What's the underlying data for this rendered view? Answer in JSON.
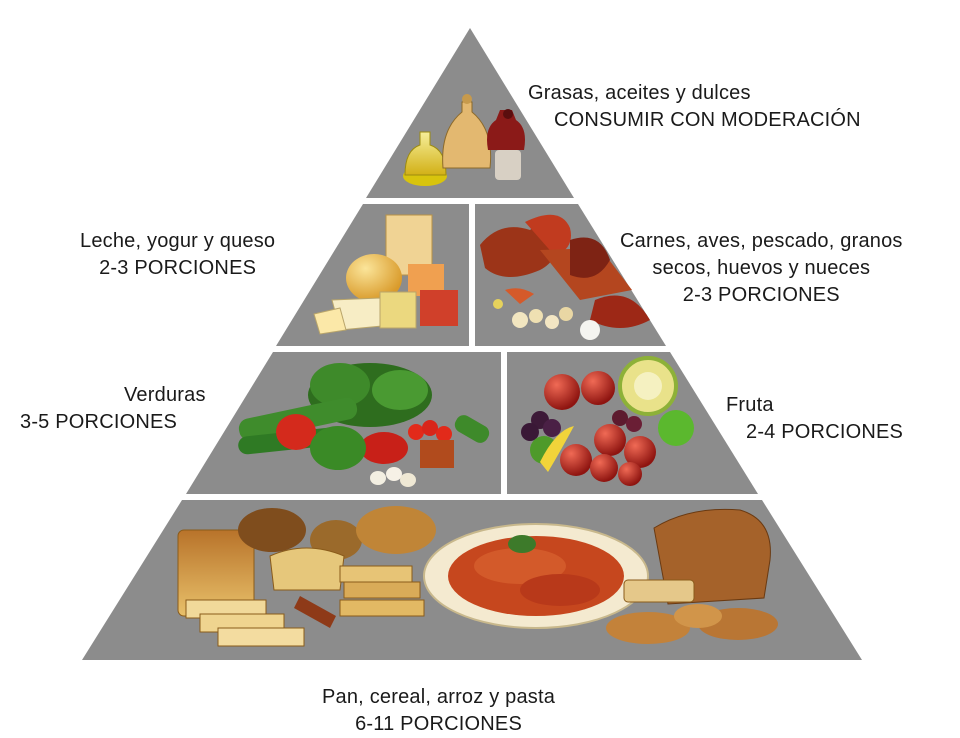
{
  "groups": {
    "fats": {
      "name": "Grasas, aceites y dulces",
      "servings": "CONSUMIR CON MODERACIÓN"
    },
    "dairy": {
      "name": "Leche, yogur y queso",
      "servings": "2-3 PORCIONES"
    },
    "meat": {
      "name_line1": "Carnes, aves, pescado, granos",
      "name_line2": "secos, huevos y nueces",
      "servings": "2-3 PORCIONES"
    },
    "vegetables": {
      "name": "Verduras",
      "servings": "3-5 PORCIONES"
    },
    "fruit": {
      "name": "Fruta",
      "servings": "2-4 PORCIONES"
    },
    "grains": {
      "name": "Pan, cereal, arroz y pasta",
      "servings": "6-11 PORCIONES"
    }
  },
  "colors": {
    "pyramid_fill": "#8c8c8c",
    "section_divider": "#ffffff",
    "bread": "#d9a94f",
    "cheese": "#f0cf6a",
    "meat": "#a8351f",
    "vegetable": "#2f7d23",
    "fruit": "#c3201b",
    "pasta": "#f3e7b8"
  }
}
